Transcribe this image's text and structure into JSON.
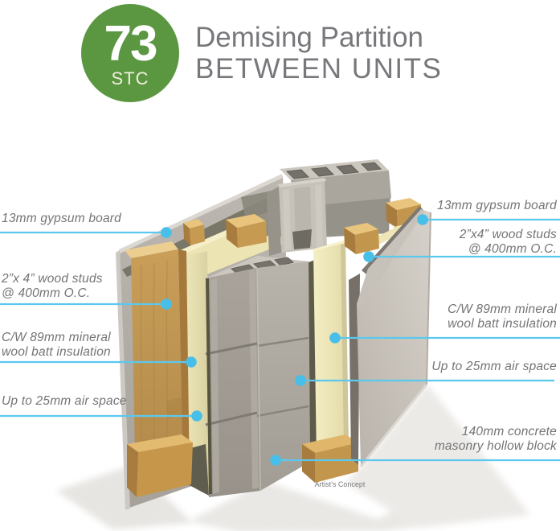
{
  "header": {
    "badge": {
      "value": "73",
      "unit": "STC"
    },
    "title_line1": "Demising Partition",
    "title_line2": "BETWEEN UNITS"
  },
  "callouts": {
    "left": [
      {
        "id": "gypsum-board",
        "lines": [
          "13mm gypsum board"
        ]
      },
      {
        "id": "wood-studs",
        "lines": [
          "2”x 4” wood studs",
          "@ 400mm O.C."
        ]
      },
      {
        "id": "mineral-wool",
        "lines": [
          "C/W 89mm mineral",
          "wool batt insulation"
        ]
      },
      {
        "id": "air-space",
        "lines": [
          "Up to 25mm air space"
        ]
      }
    ],
    "right": [
      {
        "id": "gypsum-board",
        "lines": [
          "13mm gypsum board"
        ]
      },
      {
        "id": "wood-studs",
        "lines": [
          "2”x4” wood studs",
          "@ 400mm O.C."
        ]
      },
      {
        "id": "mineral-wool",
        "lines": [
          "C/W 89mm mineral",
          "wool batt insulation"
        ]
      },
      {
        "id": "air-space",
        "lines": [
          "Up to 25mm air space"
        ]
      },
      {
        "id": "concrete-block",
        "lines": [
          "140mm concrete",
          "masonry hollow block"
        ]
      }
    ]
  },
  "footnote": "Artist’s Concept",
  "colors": {
    "badge_green": "#5b9741",
    "accent_blue": "#55c6ed",
    "title_gray": "#77787b",
    "label_gray": "#737477",
    "wood": "#c79d58",
    "insulation": "#efe8ba",
    "concrete": "#b3aea6",
    "gypsum": "#c3beb6"
  }
}
